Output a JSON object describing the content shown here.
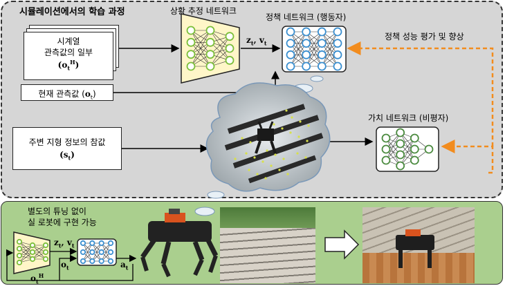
{
  "top_panel": {
    "title": "시뮬레이션에서의 학습 과정",
    "obs_history_label": [
      "시계열",
      "관측값의 일부"
    ],
    "obs_history_symbol": "(o_t^H)",
    "current_obs_label": "현재 관측값 (o_t)",
    "terrain_label": [
      "주변 지형 정보의 참값",
      "(s_t)"
    ],
    "estimator_label": "상황 추정 네트워크",
    "policy_label": "정책 네트워크 (행동자)",
    "value_label": "가치 네트워크 (비평자)",
    "feedback_label": "정책 성능 평가 및 향상",
    "latent_label": "z_t, v_t"
  },
  "bottom_panel": {
    "caption": [
      "별도의 튜닝 없이",
      "실 로봇에 구현 가능"
    ],
    "latent_label": "z_t, v_t",
    "obs_label": "o_t",
    "action_label": "a_t",
    "history_label": "o_t^H"
  },
  "colors": {
    "top_bg": "#d6d6d6",
    "bottom_bg": "#aacf8e",
    "estimator_fill": "#fff6c8",
    "policy_fill": "#e6f2fb",
    "value_fill": "#e8f5e6",
    "feedback_arrow": "#f28c1e",
    "policy_node": "#3a8fd0",
    "estimator_node": "#7bbf3a",
    "value_node": "#4a8a3e"
  },
  "icons": [
    "neural-net-icon",
    "trapezoid-encoder-icon",
    "thought-cloud-icon",
    "robot-dog-icon",
    "block-arrow-icon"
  ]
}
